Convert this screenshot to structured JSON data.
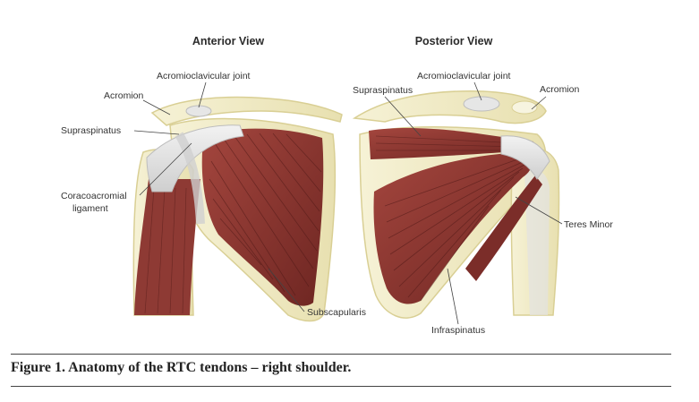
{
  "views": {
    "anterior": {
      "title": "Anterior View",
      "labels": {
        "acromioclavicular_joint": "Acromioclavicular joint",
        "acromion": "Acromion",
        "supraspinatus": "Supraspinatus",
        "coracoacromial_line1": "Coracoacromial",
        "coracoacromial_line2": "ligament",
        "subscapularis": "Subscapularis"
      }
    },
    "posterior": {
      "title": "Posterior View",
      "labels": {
        "acromioclavicular_joint": "Acromioclavicular joint",
        "supraspinatus": "Supraspinatus",
        "acromion": "Acromion",
        "teres_minor": "Teres Minor",
        "infraspinatus": "Infraspinatus"
      }
    }
  },
  "caption": "Figure 1. Anatomy of the RTC tendons – right shoulder.",
  "colors": {
    "muscle": "#8e3a34",
    "muscle_dark": "#5e1f1c",
    "bone": "#f1ecc8",
    "bone_edge": "#d9cf94",
    "tendon": "#dedede",
    "leader": "#444444"
  }
}
